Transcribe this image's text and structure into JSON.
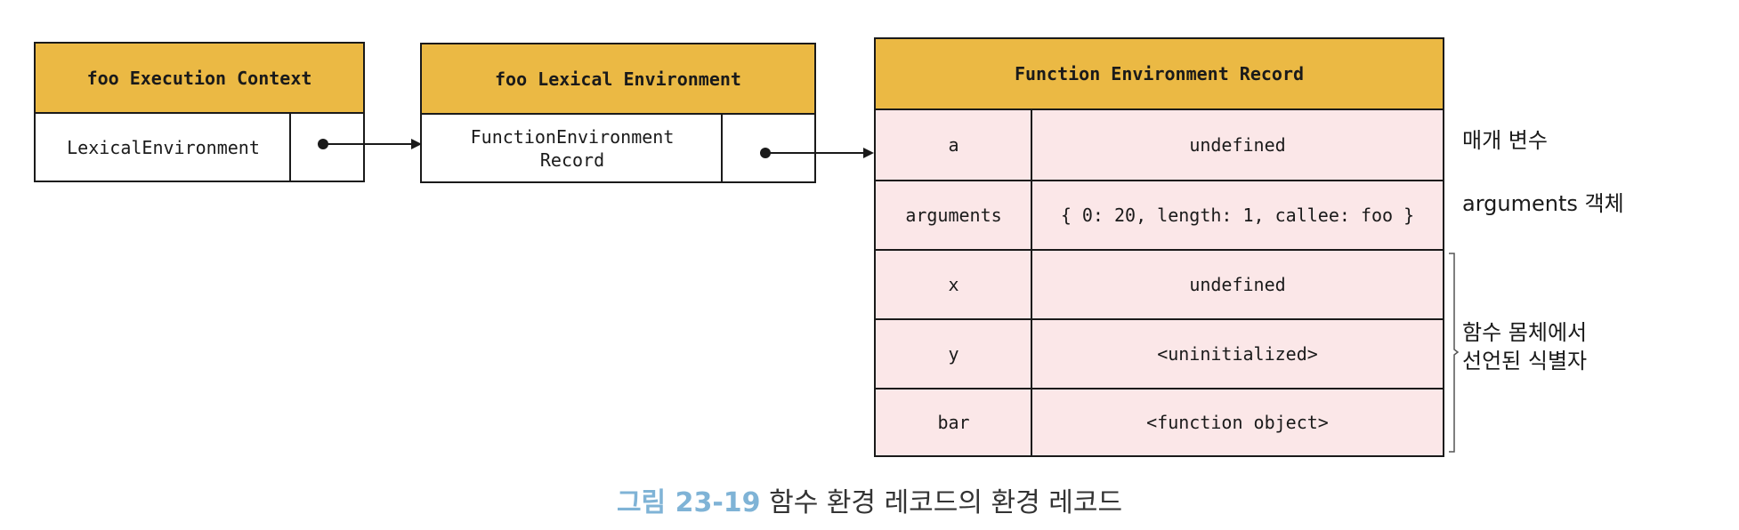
{
  "execution_context": {
    "title": "foo Execution Context",
    "field": "LexicalEnvironment"
  },
  "lexical_environment": {
    "title": "foo Lexical Environment",
    "field_line1": "FunctionEnvironment",
    "field_line2": "Record"
  },
  "function_env_record": {
    "title": "Function Environment Record",
    "rows": [
      {
        "name": "a",
        "value": "undefined"
      },
      {
        "name": "arguments",
        "value": "{ 0: 20, length: 1, callee: foo }"
      },
      {
        "name": "x",
        "value": "undefined"
      },
      {
        "name": "y",
        "value": "<uninitialized>"
      },
      {
        "name": "bar",
        "value": "<function object>"
      }
    ]
  },
  "annotations": {
    "parameter": "매개 변수",
    "arguments_object": "arguments 객체",
    "body_line1": "함수 몸체에서",
    "body_line2": "선언된 식별자"
  },
  "caption": {
    "label": "그림 23-19",
    "text": "함수 환경 레코드의 환경 레코드"
  },
  "colors": {
    "header": "#ebb944",
    "record_bg": "#fbe7e8",
    "caption_label": "#7fb3d6"
  }
}
